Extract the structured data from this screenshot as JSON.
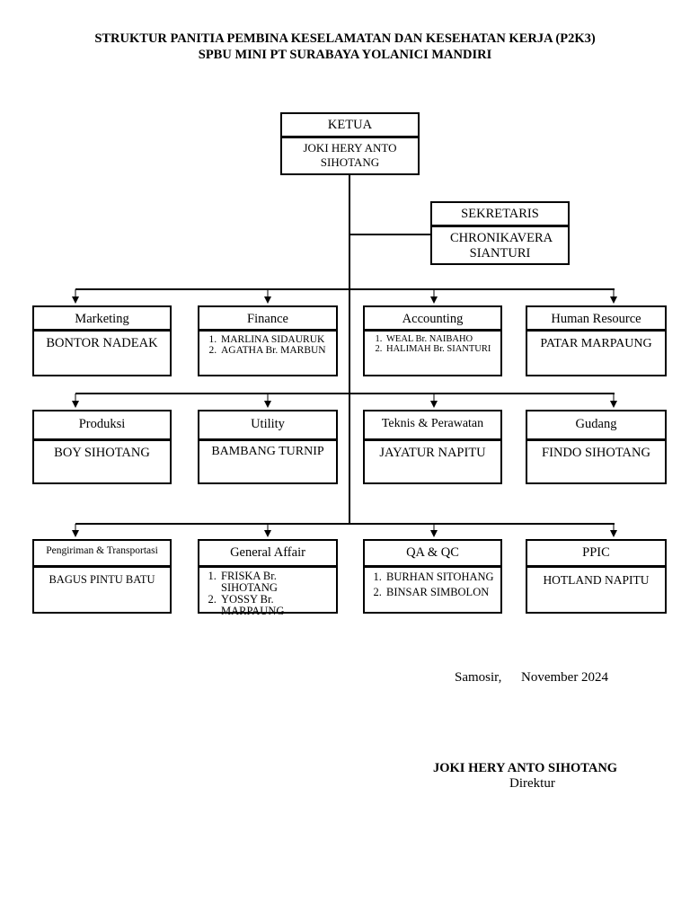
{
  "title": {
    "line1": "STRUKTUR PANITIA PEMBINA KESELAMATAN DAN KESEHATAN KERJA (P2K3)",
    "line2": "SPBU MINI PT SURABAYA YOLANICI MANDIRI"
  },
  "ketua": {
    "role": "KETUA",
    "name": "JOKI HERY ANTO SIHOTANG"
  },
  "sekretaris": {
    "role": "SEKRETARIS",
    "name": "CHRONIKAVERA SIANTURI"
  },
  "row1": [
    {
      "role": "Marketing",
      "name": "BONTOR NADEAK"
    },
    {
      "role": "Finance",
      "members": [
        "MARLINA SIDAURUK",
        "AGATHA Br. MARBUN"
      ]
    },
    {
      "role": "Accounting",
      "members": [
        "WEAL Br. NAIBAHO",
        "HALIMAH Br. SIANTURI"
      ]
    },
    {
      "role": "Human Resource",
      "name": "PATAR MARPAUNG"
    }
  ],
  "row2": [
    {
      "role": "Produksi",
      "name": "BOY SIHOTANG"
    },
    {
      "role": "Utility",
      "name": "BAMBANG TURNIP"
    },
    {
      "role": "Teknis & Perawatan",
      "name": "JAYATUR NAPITU"
    },
    {
      "role": "Gudang",
      "name": "FINDO SIHOTANG"
    }
  ],
  "row3": [
    {
      "role": "Pengiriman & Transportasi",
      "name": "BAGUS PINTU BATU"
    },
    {
      "role": "General Affair",
      "members": [
        "FRISKA Br. SIHOTANG",
        "YOSSY Br. MARPAUNG"
      ]
    },
    {
      "role": "QA & QC",
      "members": [
        "BURHAN SITOHANG",
        "BINSAR SIMBOLON"
      ]
    },
    {
      "role": "PPIC",
      "name": "HOTLAND NAPITU"
    }
  ],
  "signature": {
    "place": "Samosir,",
    "date": "November 2024",
    "name": "JOKI HERY ANTO SIHOTANG",
    "position": "Direktur"
  }
}
